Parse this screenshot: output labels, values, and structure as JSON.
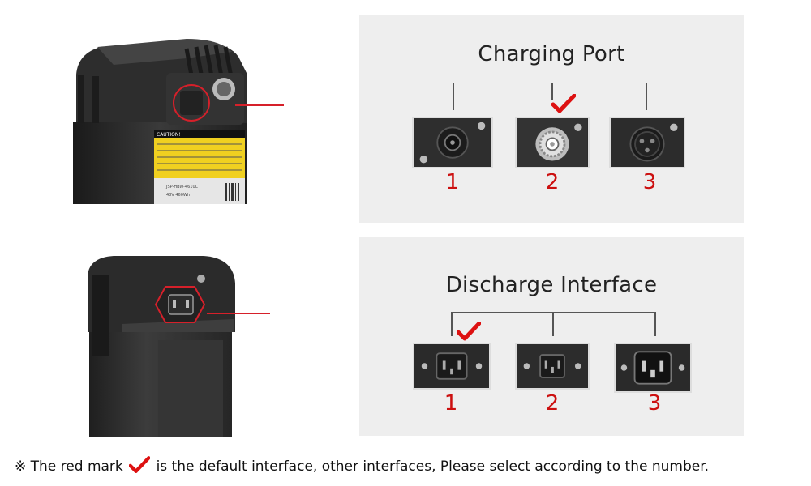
{
  "caution_label": {
    "heading": "CAUTION!",
    "model_line": "JSP-HBW-4610C",
    "spec_line": "48V 460Wh"
  },
  "charging_panel": {
    "title": "Charging Port",
    "options": [
      {
        "number": "1",
        "connector": "dc-barrel-jack",
        "default": false
      },
      {
        "number": "2",
        "connector": "gx-aviation-coaxial",
        "default": true
      },
      {
        "number": "3",
        "connector": "xlr-3pin",
        "default": false
      }
    ]
  },
  "discharge_panel": {
    "title": "Discharge Interface",
    "options": [
      {
        "number": "1",
        "connector": "iec-c13-socket",
        "default": true
      },
      {
        "number": "2",
        "connector": "iec-c14-small",
        "default": false
      },
      {
        "number": "3",
        "connector": "iec-c13-large",
        "default": false
      }
    ]
  },
  "footnote": {
    "prefix": "※ The red mark",
    "suffix": "is the default interface, other interfaces, Please select according to the number."
  },
  "colors": {
    "accent_red": "#cc1010",
    "panel_bg": "#eeeeee",
    "battery_body": "#2a2a2a"
  }
}
